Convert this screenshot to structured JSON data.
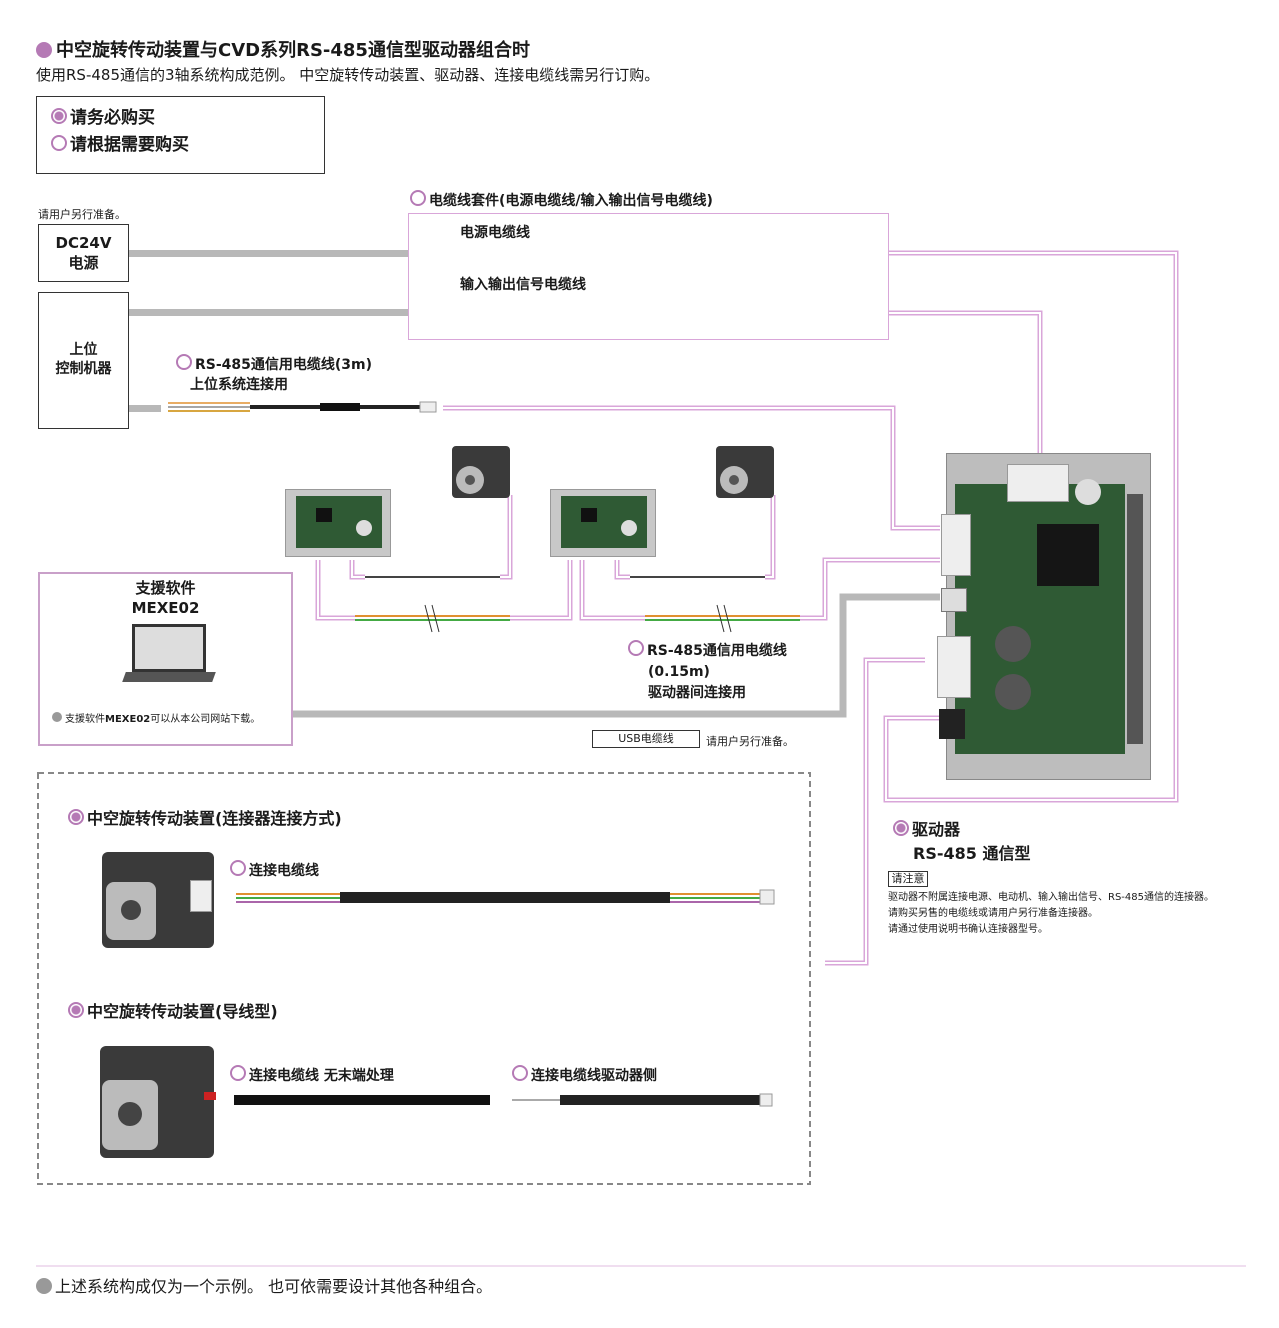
{
  "header": {
    "title": "中空旋转传动装置与CVD系列RS-485通信型驱动器组合时",
    "subtitle": "使用RS-485通信的3轴系统构成范例。 中空旋转传动装置、驱动器、连接电缆线需另行订购。"
  },
  "legend": {
    "required": "请务必购买",
    "optional": "请根据需要购买"
  },
  "power_supply": {
    "note": "请用户另行准备。",
    "label_line1": "DC24V",
    "label_line2": "电源"
  },
  "host_controller": {
    "label_line1": "上位",
    "label_line2": "控制机器"
  },
  "cable_set": {
    "title": "电缆线套件(电源电缆线/输入输出信号电缆线)",
    "power_cable": "电源电缆线",
    "io_cable": "输入输出信号电缆线"
  },
  "rs485_host_cable": {
    "line1": "RS-485通信用电缆线(3m)",
    "line2": "上位系统连接用"
  },
  "software": {
    "title_line1": "支援软件",
    "title_line2": "MEXE02",
    "note_bold": "MEXE02",
    "note_pre": "支援软件",
    "note_post": "可以从本公司网站下载。"
  },
  "rs485_link_cable": {
    "line1": "RS-485通信用电缆线",
    "line2": "(0.15m)",
    "line3": "驱动器间连接用"
  },
  "usb_cable": {
    "label": "USB电缆线",
    "note": "请用户另行准备。"
  },
  "driver": {
    "title_line1": "驱动器",
    "title_line2": "RS-485 通信型",
    "caution_label": "请注意",
    "caution_lines": [
      "驱动器不附属连接电源、电动机、输入输出信号、RS-485通信的连接器。",
      "请购买另售的电缆线或请用户另行准备连接器。",
      "请通过使用说明书确认连接器型号。"
    ]
  },
  "actuator_connector": {
    "title": "中空旋转传动装置(连接器连接方式)",
    "cable": "连接电缆线"
  },
  "actuator_lead": {
    "title": "中空旋转传动装置(导线型)",
    "cable_bare": "连接电缆线 无末端处理",
    "cable_driver": "连接电缆线驱动器侧"
  },
  "footer": {
    "note": "上述系统构成仅为一个示例。 也可依需要设计其他各种组合。"
  },
  "colors": {
    "accent_purple": "#b57ab5",
    "connector_line_pink": "#d9a6d9",
    "usb_line_gray": "#b8b8b8",
    "pcb_green": "#2f5a34",
    "metal_gray": "#bdbdbd"
  }
}
